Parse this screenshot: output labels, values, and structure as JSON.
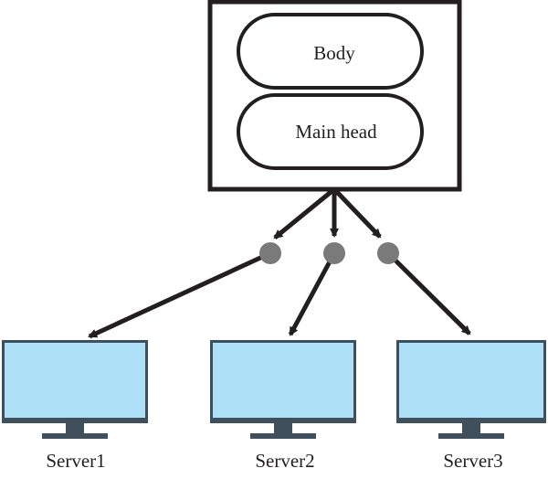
{
  "head_node": {
    "sections": [
      {
        "label": "Body"
      },
      {
        "label": "Main head"
      }
    ]
  },
  "servers": [
    {
      "label": "Server1"
    },
    {
      "label": "Server2"
    },
    {
      "label": "Server3"
    }
  ],
  "colors": {
    "stroke": "#231f20",
    "screen_fill": "#aee0f7",
    "monitor_frame": "#3f4f5c",
    "junction_node": "#7a7a7a",
    "background": "#ffffff"
  }
}
